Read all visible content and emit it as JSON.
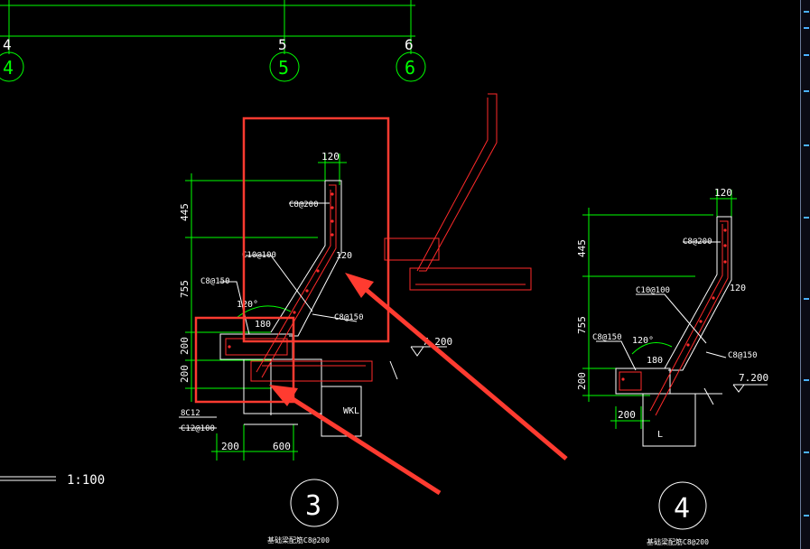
{
  "grid_axes": [
    {
      "id": "4",
      "label": "4"
    },
    {
      "id": "5",
      "label": "5"
    },
    {
      "id": "6",
      "label": "6"
    }
  ],
  "scale_label": "1:100",
  "detail3": {
    "circle": "3",
    "caption": "基础梁配筋C8@200",
    "dims_vertical": [
      "445",
      "755",
      "200",
      "200"
    ],
    "dims_horizontal": [
      "120",
      "200",
      "600"
    ],
    "rebars": [
      "C8@200",
      "C10@100",
      "C8@150",
      "C8@150",
      "8C12",
      "C12@100"
    ],
    "angle": "120°",
    "angle_dim": "180",
    "slope_dim": "120",
    "elevation": "7.200",
    "beam_label": "WKL"
  },
  "detail4": {
    "circle": "4",
    "caption": "基础梁配筋C8@200",
    "dims_vertical": [
      "445",
      "755",
      "200"
    ],
    "dims_horizontal": [
      "120",
      "200"
    ],
    "rebars": [
      "C8@200",
      "C10@100",
      "C8@150",
      "C8@150"
    ],
    "angle": "120°",
    "angle_dim": "180",
    "slope_dim": "120",
    "elevation": "7.200",
    "beam_label": "L"
  },
  "colors": {
    "background": "#000000",
    "dimension": "#00ff00",
    "outline": "#ffffff",
    "rebar": "#ff2a2a",
    "highlight": "#ff3b30",
    "axis": "#00ff00"
  }
}
